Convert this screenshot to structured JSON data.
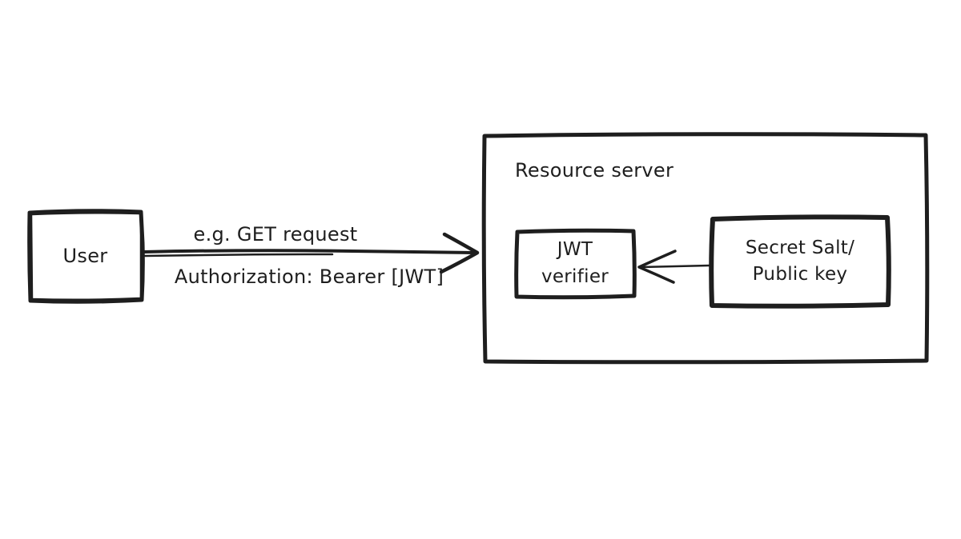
{
  "diagram": {
    "background_color": "#ffffff",
    "ink_color": "#1e1e1e",
    "user_box": {
      "label": "User"
    },
    "request_arrow": {
      "label_top": "e.g. GET request",
      "label_bottom": "Authorization: Bearer [JWT]"
    },
    "resource_server": {
      "title": "Resource server"
    },
    "jwt_verifier_box": {
      "label_line1": "JWT",
      "label_line2": "verifier"
    },
    "key_store_box": {
      "label_line1": "Secret Salt/",
      "label_line2": "Public key"
    }
  }
}
